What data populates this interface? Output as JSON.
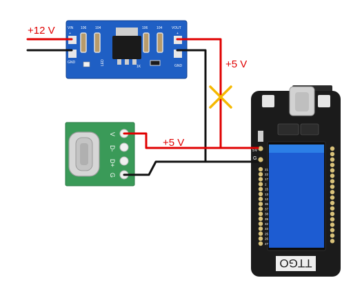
{
  "labels": {
    "v12_input": "+12 V",
    "v5_output": "+5 V",
    "v5_usb": "+5 V"
  },
  "regulator": {
    "silk_vin": "VIN",
    "silk_plus_left": "+",
    "silk_gnd_left": "GND",
    "silk_106_left": "106",
    "silk_104_left": "104",
    "silk_106_right": "106",
    "silk_104_right": "104",
    "silk_vout": "VOUT",
    "silk_plus_right": "+",
    "silk_gnd_right": "GND",
    "silk_1k": "1K",
    "silk_led": "LED"
  },
  "usb_breakout": {
    "pin_v": "V",
    "pin_dminus": "D-",
    "pin_dplus": "D+",
    "pin_g": "G"
  },
  "board": {
    "pin_5v": "5V",
    "pin_g": "G",
    "left_pins": [
      "21",
      "22",
      "17",
      "2",
      "15",
      "13",
      "12",
      "36",
      "37",
      "38",
      "39",
      "32",
      "33",
      "25",
      "26",
      "27"
    ],
    "logo": "TTGO"
  },
  "colors": {
    "power_wire": "#e00000",
    "ground_wire": "#111111",
    "cross_mark": "#f5b800",
    "regulator_pcb": "#1f5fc4",
    "usb_pcb": "#3a9a58",
    "board_pcb": "#1b1b1b"
  }
}
